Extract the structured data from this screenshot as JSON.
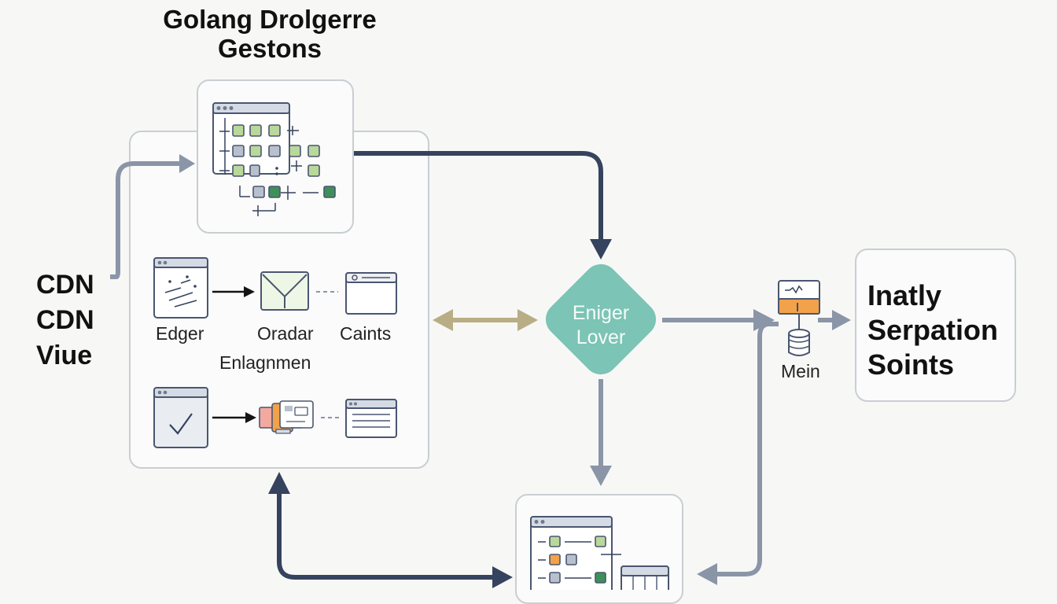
{
  "diagram": {
    "title_lines": [
      "Golang Drolgerre",
      "Gestons"
    ],
    "left_label_lines": [
      "CDN",
      "CDN",
      "Viue"
    ],
    "panel_labels": {
      "edger": "Edger",
      "oradar": "Oradar",
      "caints": "Caints",
      "enlagnmen": "Enlagnmen"
    },
    "center_node_lines": [
      "Eniger",
      "Lover"
    ],
    "mein_label": "Mein",
    "right_box_lines": [
      "Inatly",
      "Serpation",
      "Soints"
    ],
    "colors": {
      "arrow_dark": "#36435e",
      "arrow_light": "#8b95a8",
      "arrow_tan": "#b8ad85",
      "node_teal": "#7cc4b5",
      "tile_green": "#b9d89b",
      "tile_dark_green": "#3f8f5a",
      "tile_slate": "#b7c0cc",
      "accent_orange": "#f2a24a",
      "accent_pink": "#f2a9a0"
    },
    "icons": [
      "grid-window-icon",
      "scatter-window-icon",
      "envelope-icon",
      "window-icon",
      "checkmark-window-icon",
      "devices-icon",
      "list-window-icon",
      "database-icon",
      "server-window-icon"
    ]
  }
}
